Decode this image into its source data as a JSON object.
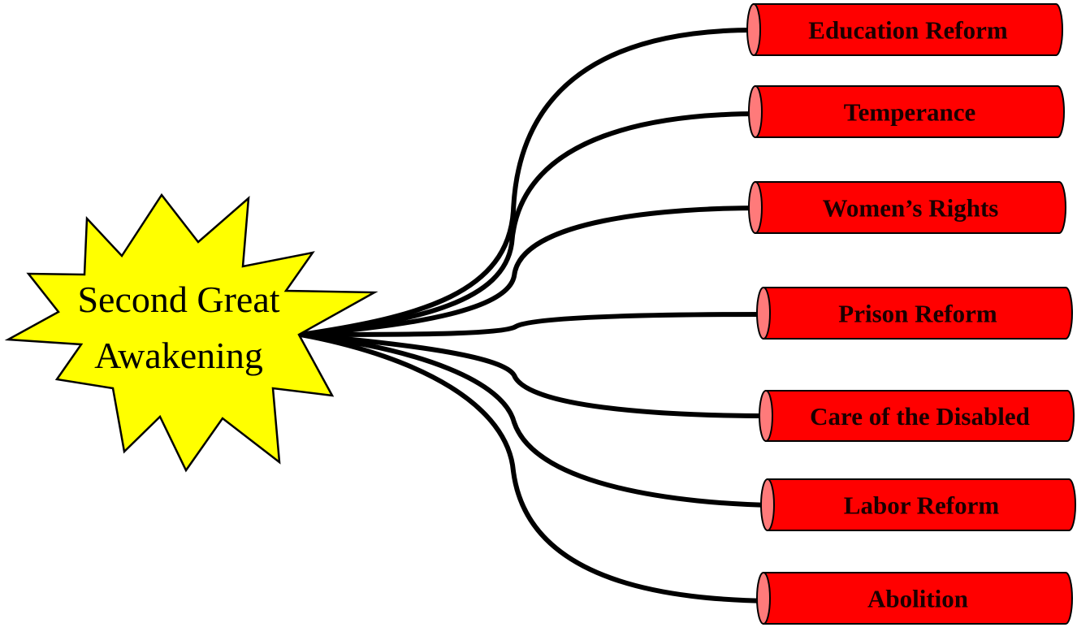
{
  "center": {
    "lines": [
      "Second Great",
      "Awakening"
    ]
  },
  "branches": [
    {
      "label": "Education Reform"
    },
    {
      "label": "Temperance"
    },
    {
      "label": "Women’s Rights"
    },
    {
      "label": "Prison Reform"
    },
    {
      "label": "Care of  the Disabled"
    },
    {
      "label": "Labor Reform"
    },
    {
      "label": "Abolition"
    }
  ],
  "colors": {
    "burst_fill": "#ffff00",
    "cylinder_body": "#ff0000",
    "cylinder_cap": "#ff7a7a",
    "line": "#000000"
  }
}
